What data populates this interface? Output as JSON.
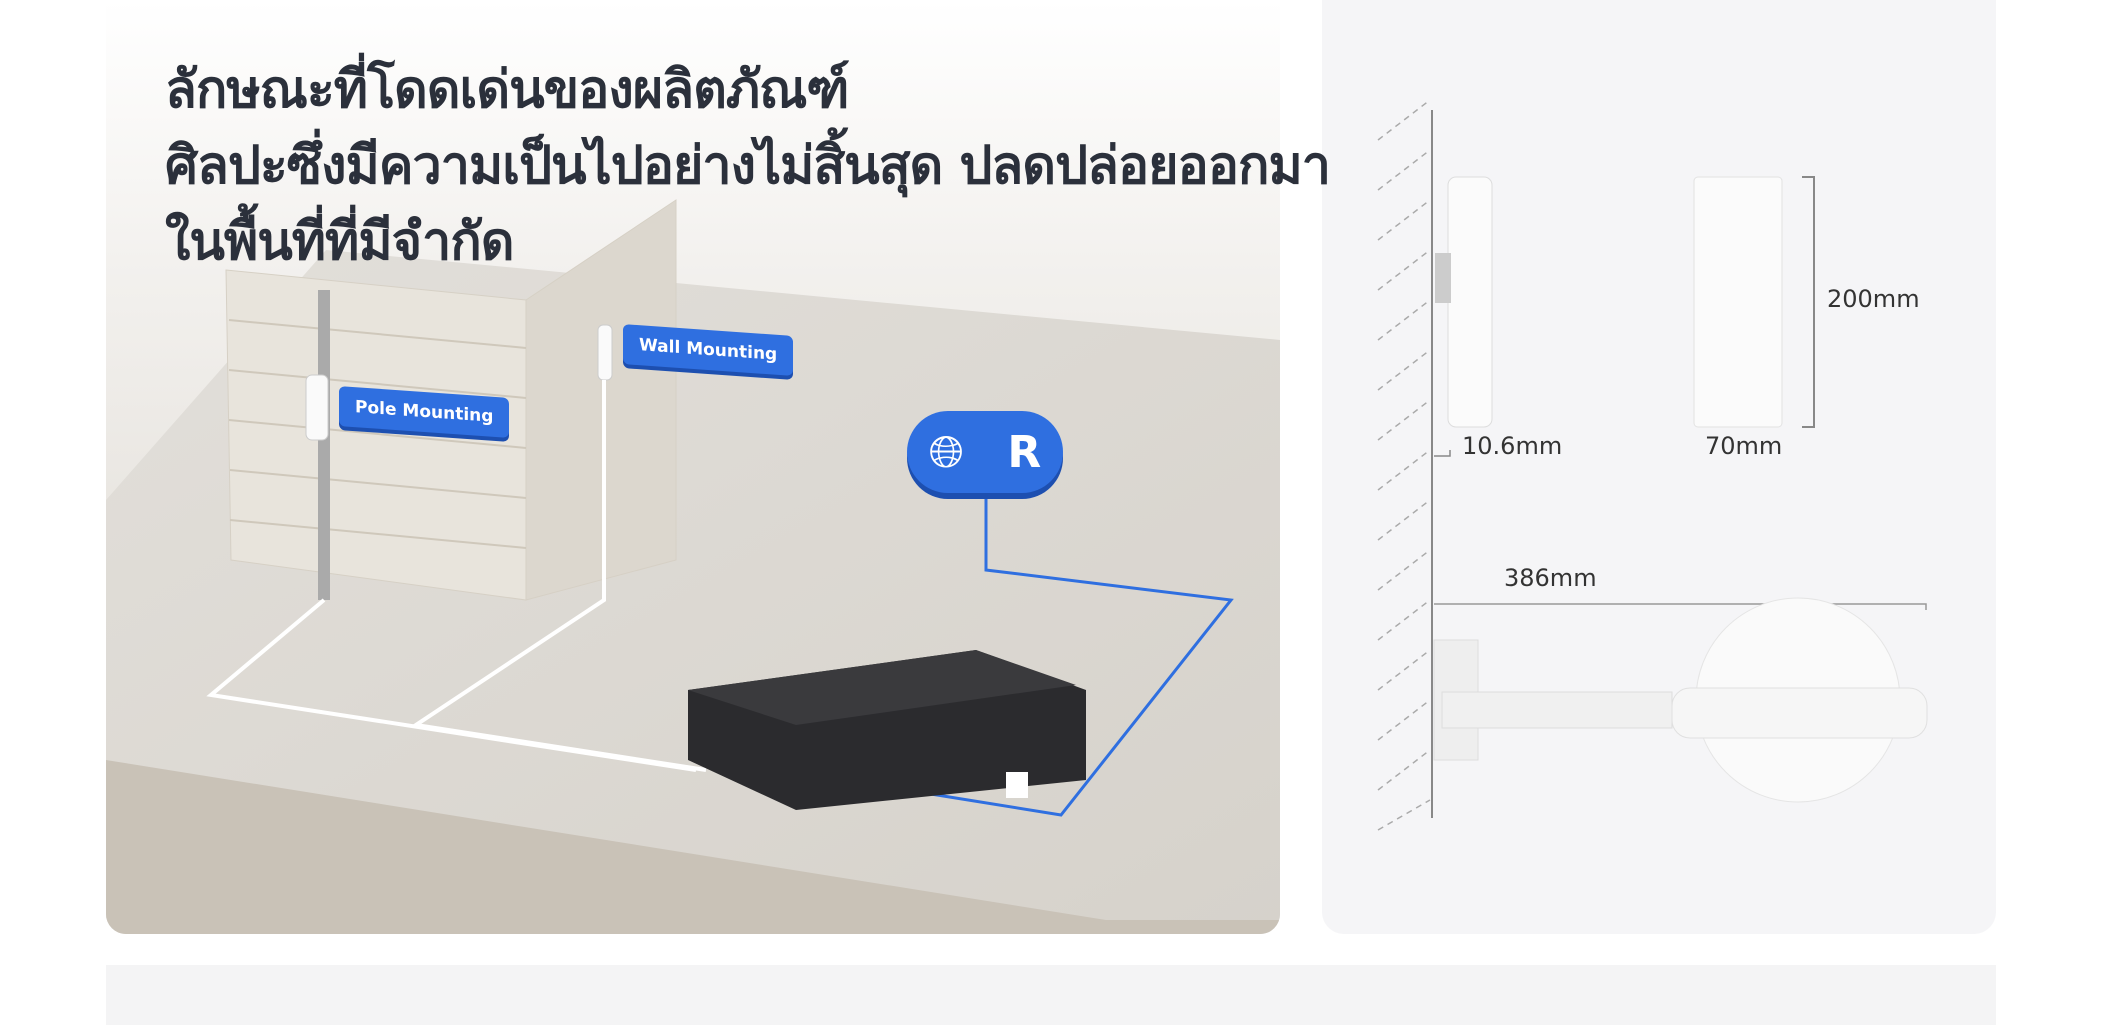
{
  "title": {
    "lines": [
      "ลักษณะที่โดดเด่นของผลิตภัณฑ์",
      "ศิลปะซึ่งมีความเป็นไปอย่างไม่สิ้นสุด ปลดปล่อยออกมา",
      "ในพื้นที่ที่มีจำกัด"
    ]
  },
  "scene": {
    "pole_label": "Pole Mounting",
    "wall_label": "Wall Mounting",
    "icons": [
      "globe-icon",
      "cloud-r-icon"
    ]
  },
  "specs": {
    "depth": "10.6mm",
    "width": "70mm",
    "height": "200mm",
    "bracket_length": "386mm"
  },
  "colors": {
    "accent": "#2f6fe0",
    "title": "#2b303b",
    "panel": "#f5f5f7"
  }
}
